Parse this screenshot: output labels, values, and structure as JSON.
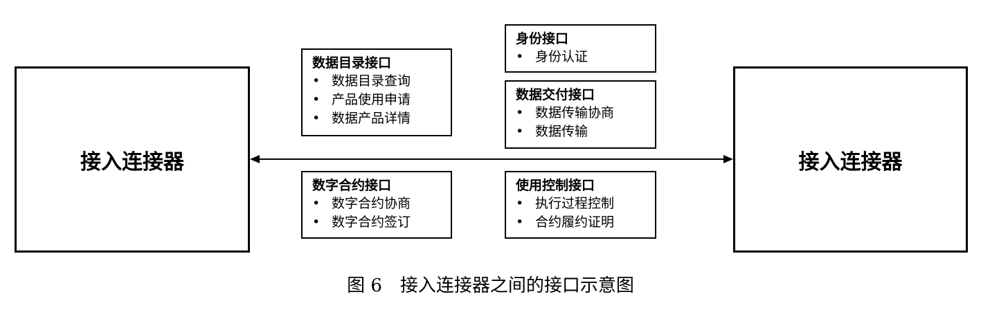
{
  "connectors": {
    "left_label": "接入连接器",
    "right_label": "接入连接器"
  },
  "interfaces": {
    "catalog": {
      "title": "数据目录接口",
      "items": [
        "数据目录查询",
        "产品使用申请",
        "数据产品详情"
      ]
    },
    "identity": {
      "title": "身份接口",
      "items": [
        "身份认证"
      ]
    },
    "delivery": {
      "title": "数据交付接口",
      "items": [
        "数据传输协商",
        "数据传输"
      ]
    },
    "contract": {
      "title": "数字合约接口",
      "items": [
        "数字合约协商",
        "数字合约签订"
      ]
    },
    "usage": {
      "title": "使用控制接口",
      "items": [
        "执行过程控制",
        "合约履约证明"
      ]
    }
  },
  "bullet": "•",
  "caption": "图 6　接入连接器之间的接口示意图"
}
